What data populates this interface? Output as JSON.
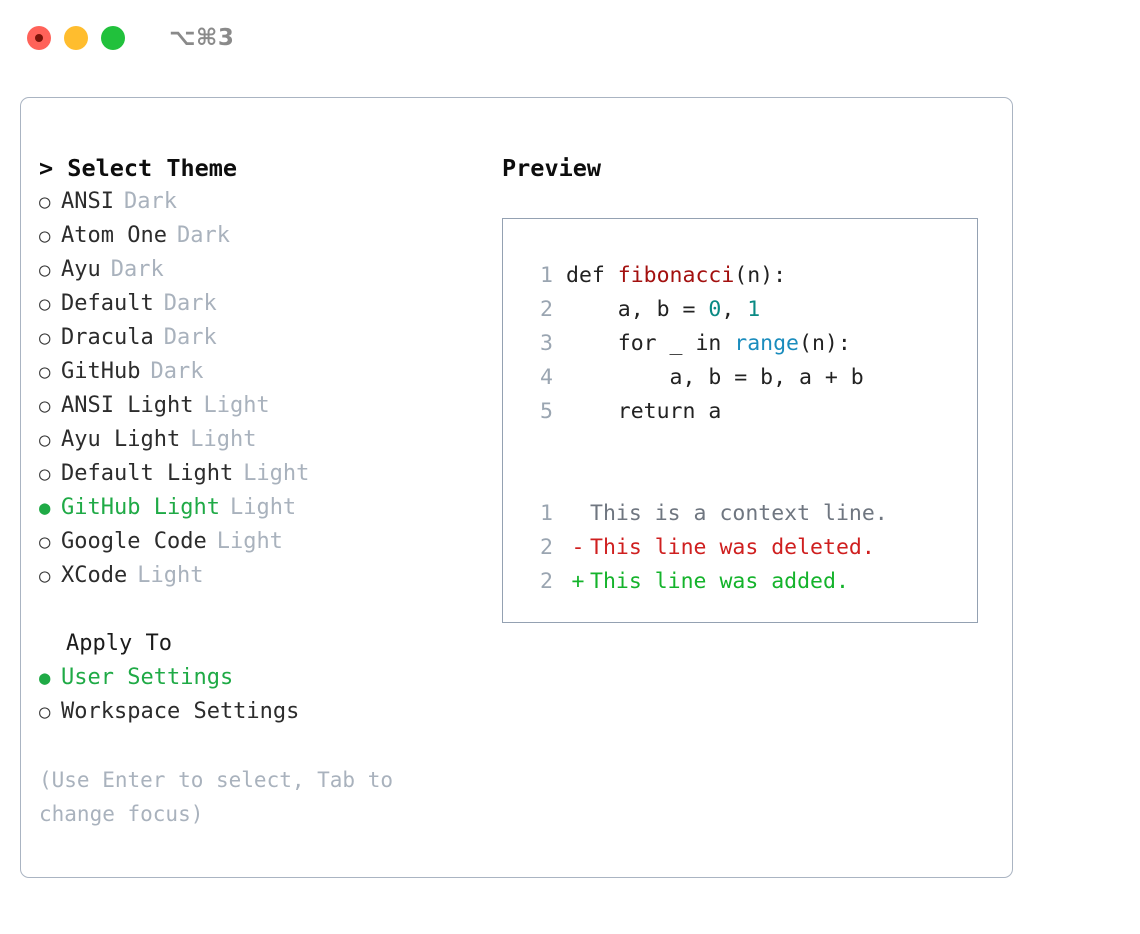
{
  "titlebar": {
    "shortcut": "⌥⌘3",
    "buttons": [
      {
        "name": "close",
        "color": "#ff6259"
      },
      {
        "name": "minimize",
        "color": "#ffbd2e"
      },
      {
        "name": "maximize",
        "color": "#21c13c"
      }
    ]
  },
  "theme_picker": {
    "title": "> Select Theme",
    "bullet_unselected": "○",
    "bullet_selected": "●",
    "items": [
      {
        "label": "ANSI",
        "suffix": "Dark",
        "selected": false
      },
      {
        "label": "Atom One",
        "suffix": "Dark",
        "selected": false
      },
      {
        "label": "Ayu",
        "suffix": "Dark",
        "selected": false
      },
      {
        "label": "Default",
        "suffix": "Dark",
        "selected": false
      },
      {
        "label": "Dracula",
        "suffix": "Dark",
        "selected": false
      },
      {
        "label": "GitHub",
        "suffix": "Dark",
        "selected": false
      },
      {
        "label": "ANSI Light",
        "suffix": "Light",
        "selected": false
      },
      {
        "label": "Ayu Light",
        "suffix": "Light",
        "selected": false
      },
      {
        "label": "Default Light",
        "suffix": "Light",
        "selected": false
      },
      {
        "label": "GitHub Light",
        "suffix": "Light",
        "selected": true
      },
      {
        "label": "Google Code",
        "suffix": "Light",
        "selected": false
      },
      {
        "label": "XCode",
        "suffix": "Light",
        "selected": false
      }
    ]
  },
  "apply_to": {
    "title": "Apply To",
    "items": [
      {
        "label": "User Settings",
        "selected": true
      },
      {
        "label": "Workspace Settings",
        "selected": false
      }
    ]
  },
  "hint": "(Use Enter to select, Tab to change focus)",
  "preview": {
    "heading": "Preview",
    "code": [
      {
        "lineno": "1",
        "tokens": [
          {
            "text": "def ",
            "type": "plain"
          },
          {
            "text": "fibonacci",
            "type": "fn"
          },
          {
            "text": "(n):",
            "type": "plain"
          }
        ]
      },
      {
        "lineno": "2",
        "tokens": [
          {
            "text": "    a, b = ",
            "type": "plain"
          },
          {
            "text": "0",
            "type": "num"
          },
          {
            "text": ", ",
            "type": "plain"
          },
          {
            "text": "1",
            "type": "num"
          }
        ]
      },
      {
        "lineno": "3",
        "tokens": [
          {
            "text": "    for _ in ",
            "type": "plain"
          },
          {
            "text": "range",
            "type": "call"
          },
          {
            "text": "(n):",
            "type": "plain"
          }
        ]
      },
      {
        "lineno": "4",
        "tokens": [
          {
            "text": "        a, b = b, a + b",
            "type": "plain"
          }
        ]
      },
      {
        "lineno": "5",
        "tokens": [
          {
            "text": "    return a",
            "type": "plain"
          }
        ]
      }
    ],
    "diff": [
      {
        "lineno": "1",
        "mark": " ",
        "text": "This is a context line.",
        "kind": "ctx"
      },
      {
        "lineno": "2",
        "mark": "-",
        "text": "This line was deleted.",
        "kind": "del"
      },
      {
        "lineno": "2",
        "mark": "+",
        "text": "This line was added.",
        "kind": "add"
      }
    ]
  },
  "colors": {
    "accent_green": "#1faa46",
    "muted": "#a9b2bd",
    "border": "#94a1b2",
    "diff_add": "#14b32b",
    "diff_del": "#cf1f1f",
    "token_fn": "#a3100f",
    "token_num": "#0a8a84",
    "token_call": "#1a8cbd"
  }
}
